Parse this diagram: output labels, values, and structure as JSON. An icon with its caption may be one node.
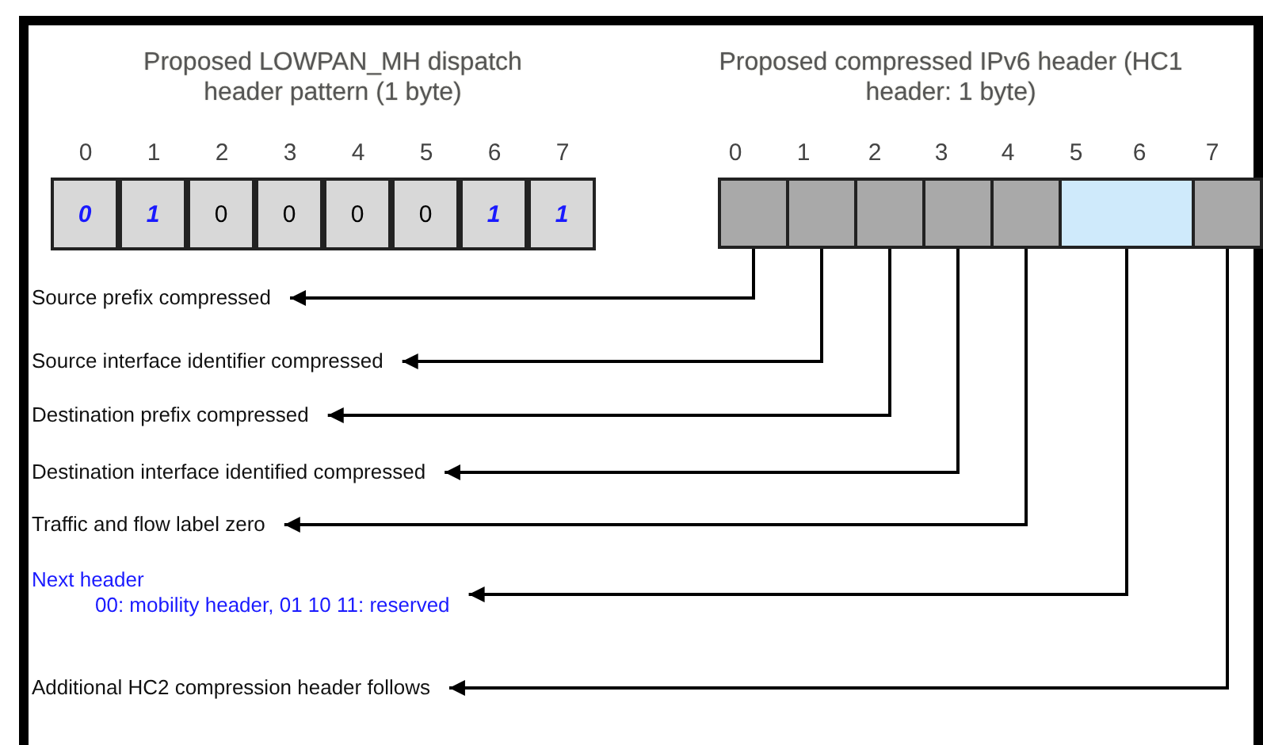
{
  "diagram": {
    "nodes": [
      {
        "text": [
          "0"
        ]
      },
      {
        "text": [
          "1"
        ]
      },
      {
        "text": [
          "0"
        ]
      },
      {
        "text": [
          "0"
        ]
      },
      {
        "text": [
          "0"
        ]
      },
      {
        "text": [
          "0"
        ]
      },
      {
        "text": [
          "1"
        ]
      },
      {
        "text": [
          "1"
        ]
      },
      {
        "text": [],
        "shape": "box"
      },
      {
        "text": [],
        "shape": "box"
      },
      {
        "text": [],
        "shape": "box"
      },
      {
        "text": [],
        "shape": "box"
      },
      {
        "text": [],
        "shape": "box"
      },
      {
        "text": [],
        "shape": "box"
      },
      {
        "text": [],
        "shape": "box"
      },
      {
        "text": [
          "Source prefix compressed"
        ]
      },
      {
        "text": [
          "Source interface identifier compressed"
        ]
      },
      {
        "text": [
          "Destination prefix compressed"
        ]
      },
      {
        "text": [
          "Destination interface identified compressed"
        ]
      },
      {
        "text": [
          "Traffic and flow label zero"
        ]
      },
      {
        "text": [
          "Next header",
          "00: mobility header, 01 10 11: reserved"
        ]
      },
      {
        "text": [
          "Additional HC2 compression header follows"
        ]
      }
    ],
    "edges": [
      {
        "from": 8,
        "to": 15,
        "arrow": "to"
      },
      {
        "from": 9,
        "to": 16,
        "arrow": "to"
      },
      {
        "from": 10,
        "to": 17,
        "arrow": "to"
      },
      {
        "from": 11,
        "to": 18,
        "arrow": "to"
      },
      {
        "from": 12,
        "to": 19,
        "arrow": "to"
      },
      {
        "from": 13,
        "to": 20,
        "arrow": "to"
      },
      {
        "from": 14,
        "to": 21,
        "arrow": "to"
      }
    ],
    "labels": [
      "Proposed LOWPAN_MH dispatch header pattern (1 byte)",
      "Proposed compressed IPv6 header (HC1 header: 1 byte)",
      "0",
      "1",
      "2",
      "3",
      "4",
      "5",
      "6",
      "7",
      "0",
      "1",
      "2",
      "3",
      "4",
      "5",
      "6",
      "7"
    ]
  }
}
